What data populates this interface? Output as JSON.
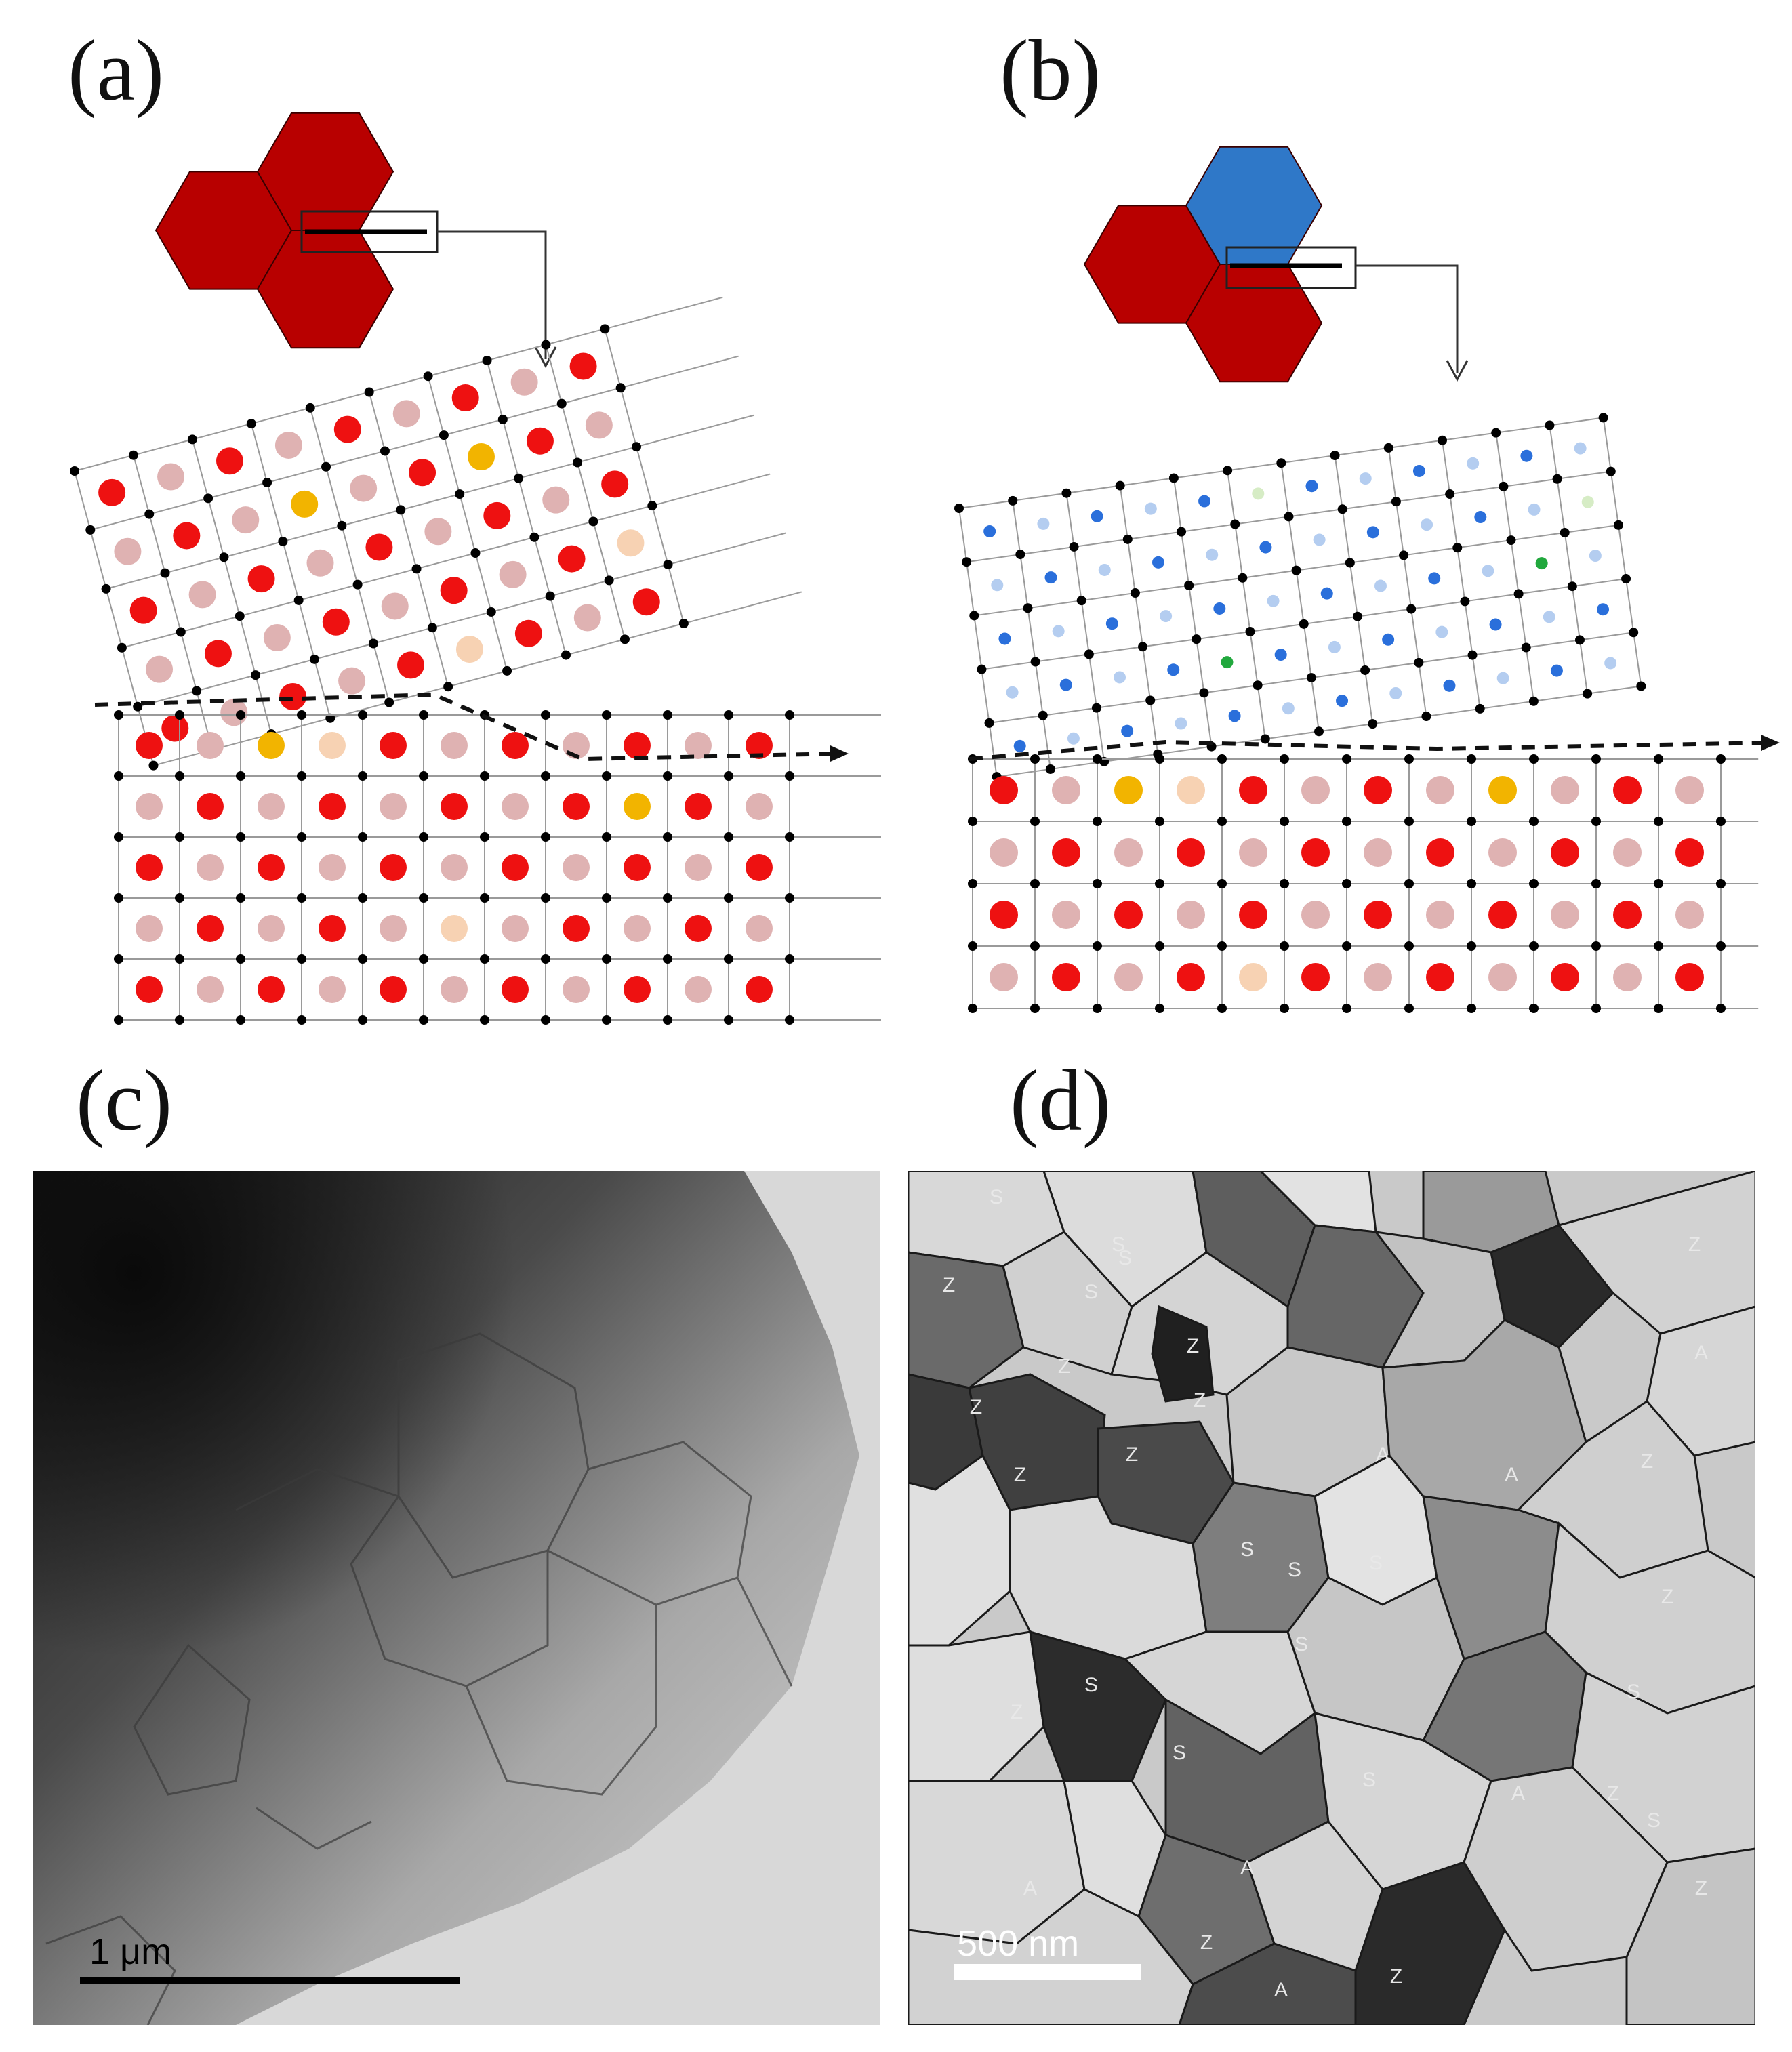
{
  "panels": {
    "a": {
      "label": "(a)"
    },
    "b": {
      "label": "(b)"
    },
    "c": {
      "label": "(c)",
      "scale_bar": "1 μm"
    },
    "d": {
      "label": "(d)",
      "scale_bar": "500 nm",
      "grain_labels": [
        "S",
        "S",
        "Z",
        "S",
        "S",
        "Z",
        "Z",
        "Z",
        "A",
        "A",
        "S",
        "Z",
        "Z",
        "Z",
        "S",
        "A",
        "Z",
        "Z",
        "Z",
        "S",
        "S",
        "S",
        "S",
        "Z",
        "S",
        "S",
        "S",
        "Z",
        "A",
        "A",
        "Z",
        "A",
        "A",
        "Z",
        "Z"
      ]
    }
  },
  "colors": {
    "grain_red": "#b80000",
    "grain_blue": "#2f78c8",
    "atom_red": "#ee1111",
    "atom_pink": "#dfb2b2",
    "atom_peach": "#f7d2b3",
    "atom_gold": "#f2b400",
    "atom_blue": "#2a6fdb",
    "atom_lightblue": "#b4cdf0",
    "atom_green": "#21a83d",
    "atom_palegreen": "#d6ecc5"
  }
}
